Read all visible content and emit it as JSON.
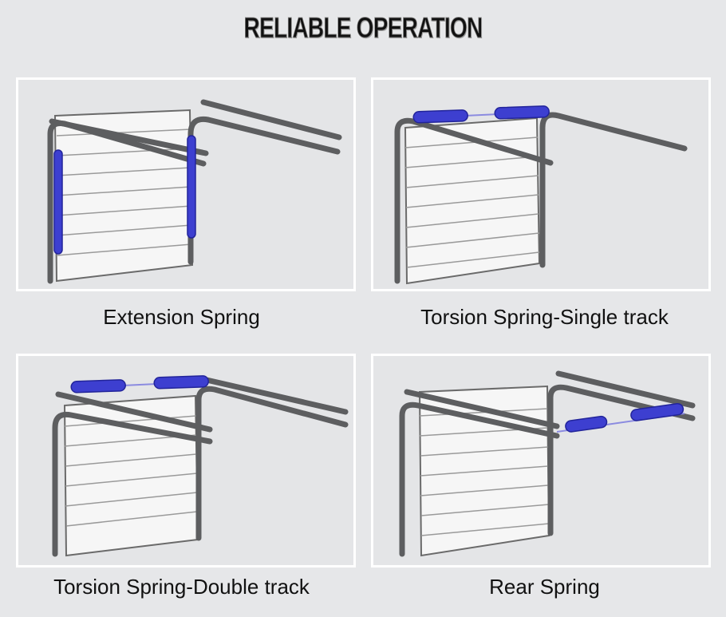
{
  "title": "RELIABLE OPERATION",
  "panels": [
    {
      "caption": "Extension Spring"
    },
    {
      "caption": "Torsion Spring-Single track"
    },
    {
      "caption": "Torsion Spring-Double track"
    },
    {
      "caption": "Rear Spring"
    }
  ],
  "colors": {
    "spring": "#3d3fd0",
    "track": "#5d5e60",
    "background": "#e6e7e9"
  }
}
